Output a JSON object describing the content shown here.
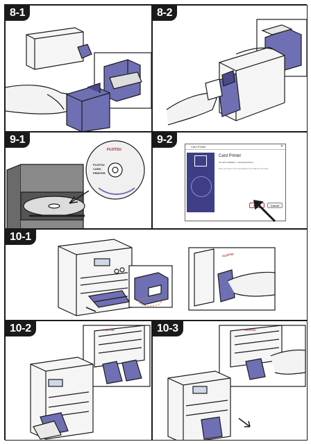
{
  "panels": {
    "p8_1": {
      "step": "8-1"
    },
    "p8_2": {
      "step": "8-2"
    },
    "p9_1": {
      "step": "9-1",
      "disc_brand": "FUJITSU",
      "disc_lines": [
        "FUJITSU",
        "CARD",
        "PRINTER"
      ]
    },
    "p9_2": {
      "step": "9-2",
      "window_title": "Card Printer",
      "heading": "Card Printer",
      "line1": "Gör Ett Installation + Download Driver",
      "line2": "Place your finger to the setup guidance for install the card printer",
      "button_primary": "Install",
      "button_secondary": "Cancel"
    },
    "p10_1": {
      "step": "10-1",
      "printer_brand": "FUJITSU"
    },
    "p10_2": {
      "step": "10-2",
      "printer_brand": "FUJITSU"
    },
    "p10_3": {
      "step": "10-3",
      "printer_brand": "FUJITSU"
    }
  },
  "colors": {
    "accent_purple": "#6f6fb3",
    "dark_purple": "#4a4a8a",
    "line": "#1a1a1a",
    "gray": "#8a8a8a"
  }
}
